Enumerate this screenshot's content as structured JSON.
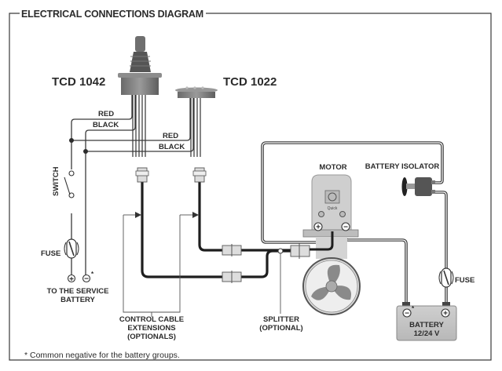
{
  "title": "ELECTRICAL CONNECTIONS DIAGRAM",
  "devices": {
    "joystick": "TCD 1042",
    "panel": "TCD 1022"
  },
  "wire_labels": {
    "red_1": "RED",
    "black_1": "BLACK",
    "red_2": "RED",
    "black_2": "BLACK"
  },
  "switch_label": "SWITCH",
  "fuse_left_label": "FUSE",
  "fuse_right_label": "FUSE",
  "service_battery": {
    "line1": "TO THE SERVICE",
    "line2": "BATTERY",
    "plus": "+",
    "minus": "−",
    "asterisk": "*"
  },
  "motor_label": "MOTOR",
  "isolator_label": "BATTERY ISOLATOR",
  "control_cable": {
    "line1": "CONTROL CABLE",
    "line2": "EXTENSIONS",
    "line3": "(OPTIONALS)"
  },
  "splitter": {
    "line1": "SPLITTER",
    "line2": "(OPTIONAL)"
  },
  "battery": {
    "line1": "BATTERY",
    "line2": "12/24 V",
    "plus": "+",
    "minus": "−",
    "asterisk": "*"
  },
  "motor_terminals": {
    "plus": "+",
    "minus": "−"
  },
  "footnote": "* Common negative for the battery groups."
}
